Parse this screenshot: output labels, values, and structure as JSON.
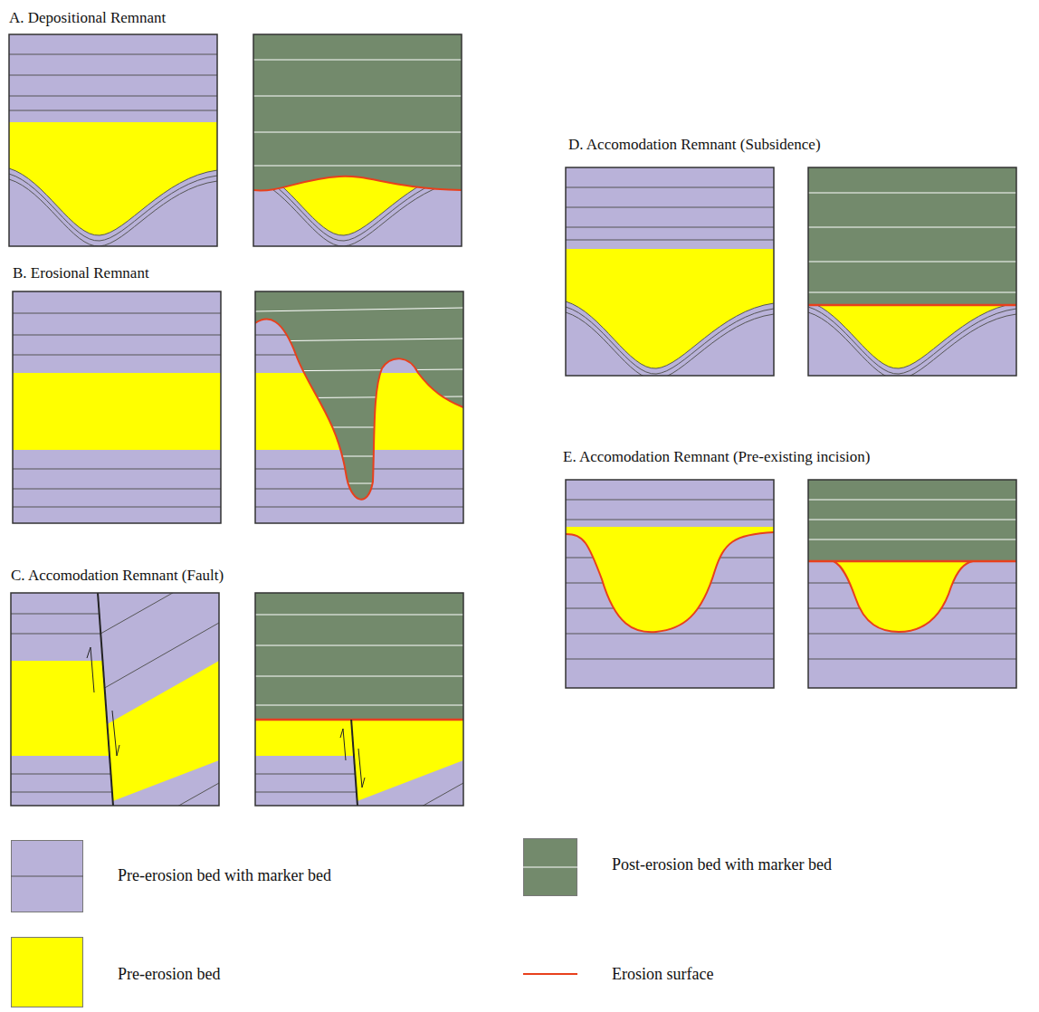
{
  "diagram": {
    "labels": [
      "A. Depositional Remnant",
      "B. Erosional Remnant",
      "C. Accomodation Remnant (Fault)",
      "D. Accomodation Remnant (Subsidence)",
      "E. Accomodation Remnant (Pre-existing incision)"
    ],
    "legend": [
      {
        "text": "Pre-erosion bed with marker bed",
        "color": "#b9b2d9"
      },
      {
        "text": "Post-erosion bed with marker bed",
        "color": "#738a6c"
      },
      {
        "text": "Pre-erosion bed",
        "color": "#ffff00"
      },
      {
        "text": "Erosion surface"
      }
    ]
  }
}
